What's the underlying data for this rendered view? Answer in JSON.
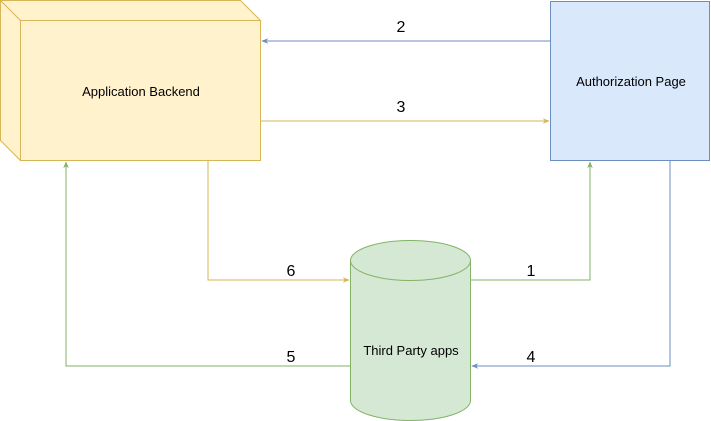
{
  "diagram": {
    "nodes": {
      "application_backend": {
        "label": "Application Backend",
        "fill": "#fff2cc",
        "stroke": "#d6b656"
      },
      "authorization_page": {
        "label": "Authorization Page",
        "fill": "#dae8fc",
        "stroke": "#6c8ebf"
      },
      "third_party_apps": {
        "label": "Third Party apps",
        "fill": "#d5e8d4",
        "stroke": "#82b366"
      }
    },
    "edges": [
      {
        "label": "1",
        "from": "Third Party apps",
        "to": "Authorization Page",
        "color": "#82b366"
      },
      {
        "label": "2",
        "from": "Authorization Page",
        "to": "Application Backend",
        "color": "#6c8ebf"
      },
      {
        "label": "3",
        "from": "Application Backend",
        "to": "Authorization Page",
        "color": "#d6b656"
      },
      {
        "label": "4",
        "from": "Authorization Page",
        "to": "Third Party apps",
        "color": "#6c8ebf"
      },
      {
        "label": "5",
        "from": "Third Party apps",
        "to": "Application Backend",
        "color": "#82b366"
      },
      {
        "label": "6",
        "from": "Application Backend",
        "to": "Third Party apps",
        "color": "#d6b656"
      }
    ]
  }
}
